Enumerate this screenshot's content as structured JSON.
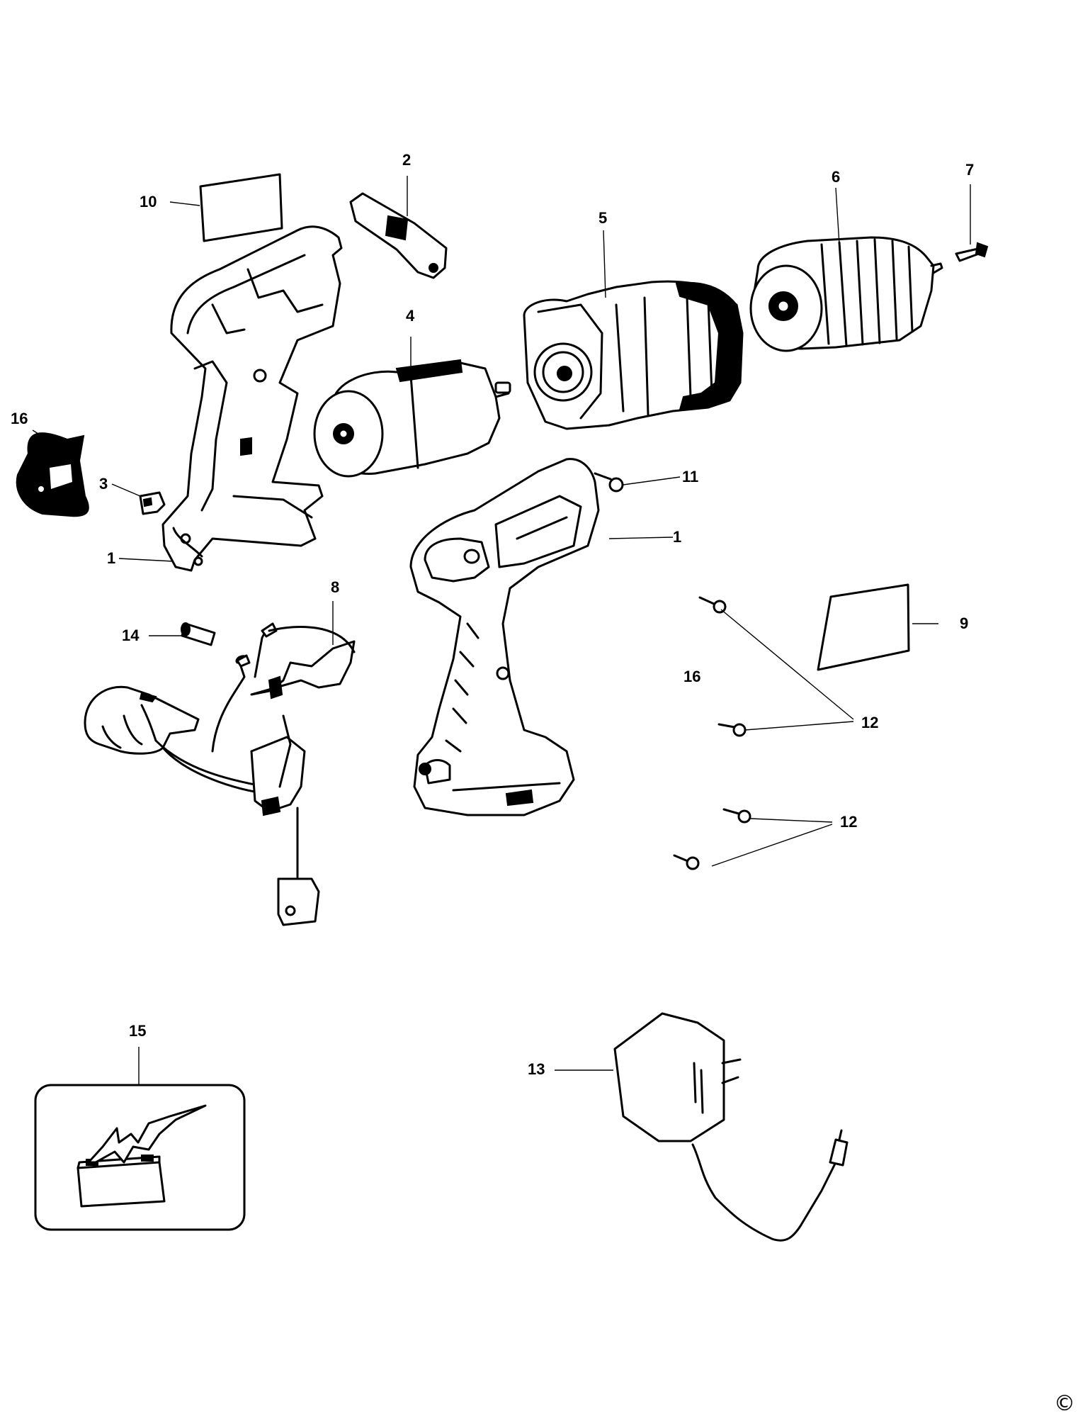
{
  "labels": {
    "l1a": "1",
    "l1b": "1",
    "l2": "2",
    "l3": "3",
    "l4": "4",
    "l5": "5",
    "l6": "6",
    "l7": "7",
    "l8": "8",
    "l9": "9",
    "l10": "10",
    "l11": "11",
    "l12a": "12",
    "l12b": "12",
    "l13": "13",
    "l14": "14",
    "l15": "15",
    "l16a": "16",
    "l16b": "16"
  },
  "copyright": "©"
}
